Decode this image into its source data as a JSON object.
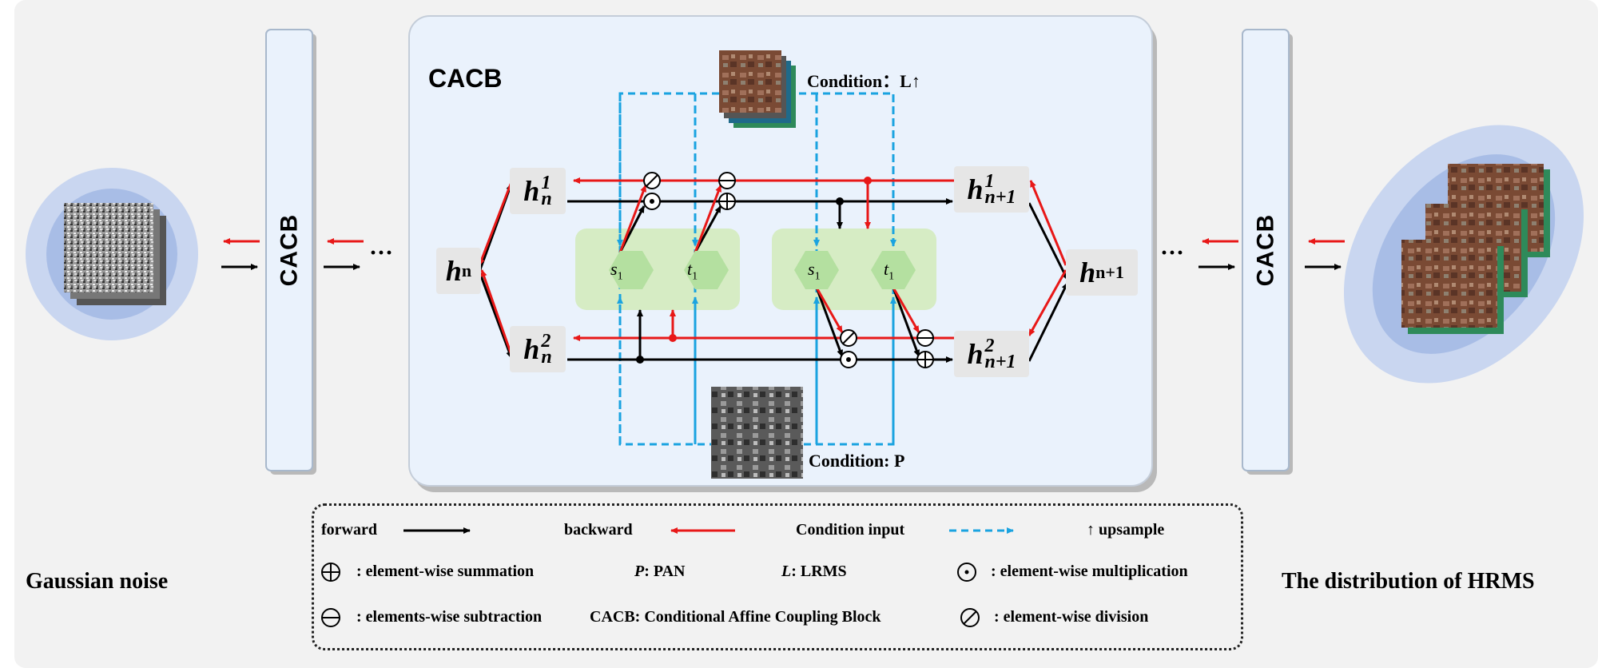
{
  "left_label": "Gaussian noise",
  "right_label": "The distribution of HRMS",
  "side_block_label": "CACB",
  "center_block": {
    "title": "CACB",
    "condition_top": "Condition：L↑",
    "condition_bottom": "Condition: P"
  },
  "ellipsis": "···",
  "nodes": {
    "h_n": "h",
    "h_n_sub": "n",
    "h_n1": "h",
    "h_n1_sup": "1",
    "h_n1_sub": "n",
    "h_n2": "h",
    "h_n2_sup": "2",
    "h_n2_sub": "n",
    "h_next": "h",
    "h_next_sub": "n+1",
    "h_next1": "h",
    "h_next1_sup": "1",
    "h_next1_sub": "n+1",
    "h_next2": "h",
    "h_next2_sup": "2",
    "h_next2_sub": "n+1"
  },
  "hex": {
    "s1": "s",
    "t1": "t",
    "sub": "1"
  },
  "legend": {
    "forward": "forward",
    "backward": "backward",
    "condition_input": "Condition input",
    "upsample": "↑ upsample",
    "sum": ": element-wise summation",
    "pan_key": "P",
    "pan_val": ":  PAN",
    "lrms_key": "L",
    "lrms_val": ":  LRMS",
    "mult": ": element-wise multiplication",
    "sub": ": elements-wise subtraction",
    "cacb_def": "CACB: Conditional Affine Coupling Block",
    "div": ": element-wise division"
  },
  "colors": {
    "forward": "#000000",
    "backward": "#e81818",
    "condition": "#1aa3e0",
    "block_fill": "#eaf2fc",
    "hex_fill": "#b4e0a0",
    "hex_bg": "#d6ecc4"
  }
}
